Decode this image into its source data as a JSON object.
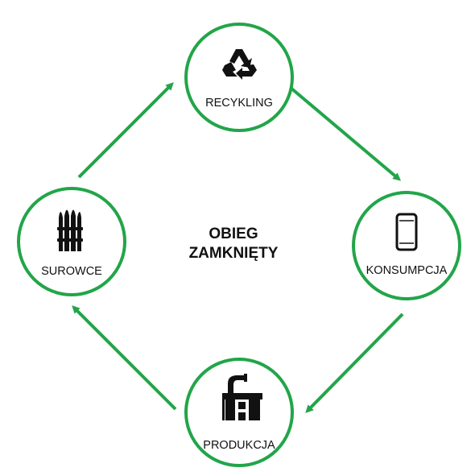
{
  "accent_color": "#22a549",
  "center": {
    "line1": "OBIEG",
    "line2": "ZAMKNIĘTY"
  },
  "nodes": {
    "recycling": {
      "label": "RECYKLING",
      "icon": "recycle-icon"
    },
    "consumption": {
      "label": "KONSUMPCJA",
      "icon": "smartphone-icon"
    },
    "production": {
      "label": "PRODUKCJA",
      "icon": "factory-icon"
    },
    "raw_materials": {
      "label": "SUROWCE",
      "icon": "asparagus-bundle-icon"
    }
  }
}
